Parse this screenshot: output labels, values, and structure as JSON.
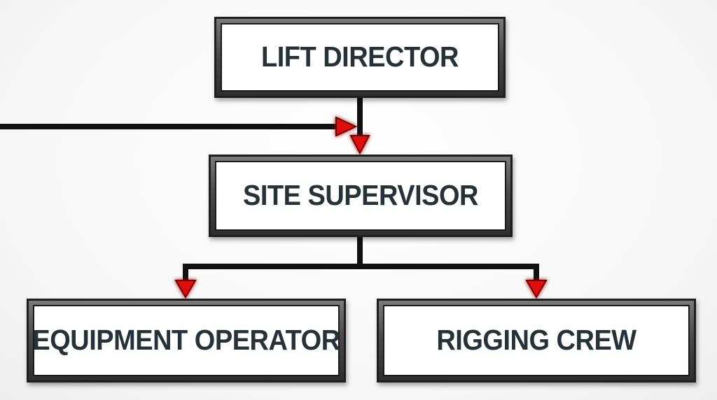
{
  "nodes": {
    "lift_director": "LIFT DIRECTOR",
    "site_supervisor": "SITE SUPERVISOR",
    "equipment_operator": "EQUIPMENT OPERATOR",
    "rigging_crew": "RIGGING CREW"
  },
  "colors": {
    "connector": "#111111",
    "arrowhead": "#e01010",
    "label_text": "#263238",
    "frame": "#3a3a3a"
  },
  "edges": [
    {
      "from": "external",
      "to": "site_supervisor"
    },
    {
      "from": "lift_director",
      "to": "site_supervisor"
    },
    {
      "from": "site_supervisor",
      "to": "equipment_operator"
    },
    {
      "from": "site_supervisor",
      "to": "rigging_crew"
    }
  ]
}
